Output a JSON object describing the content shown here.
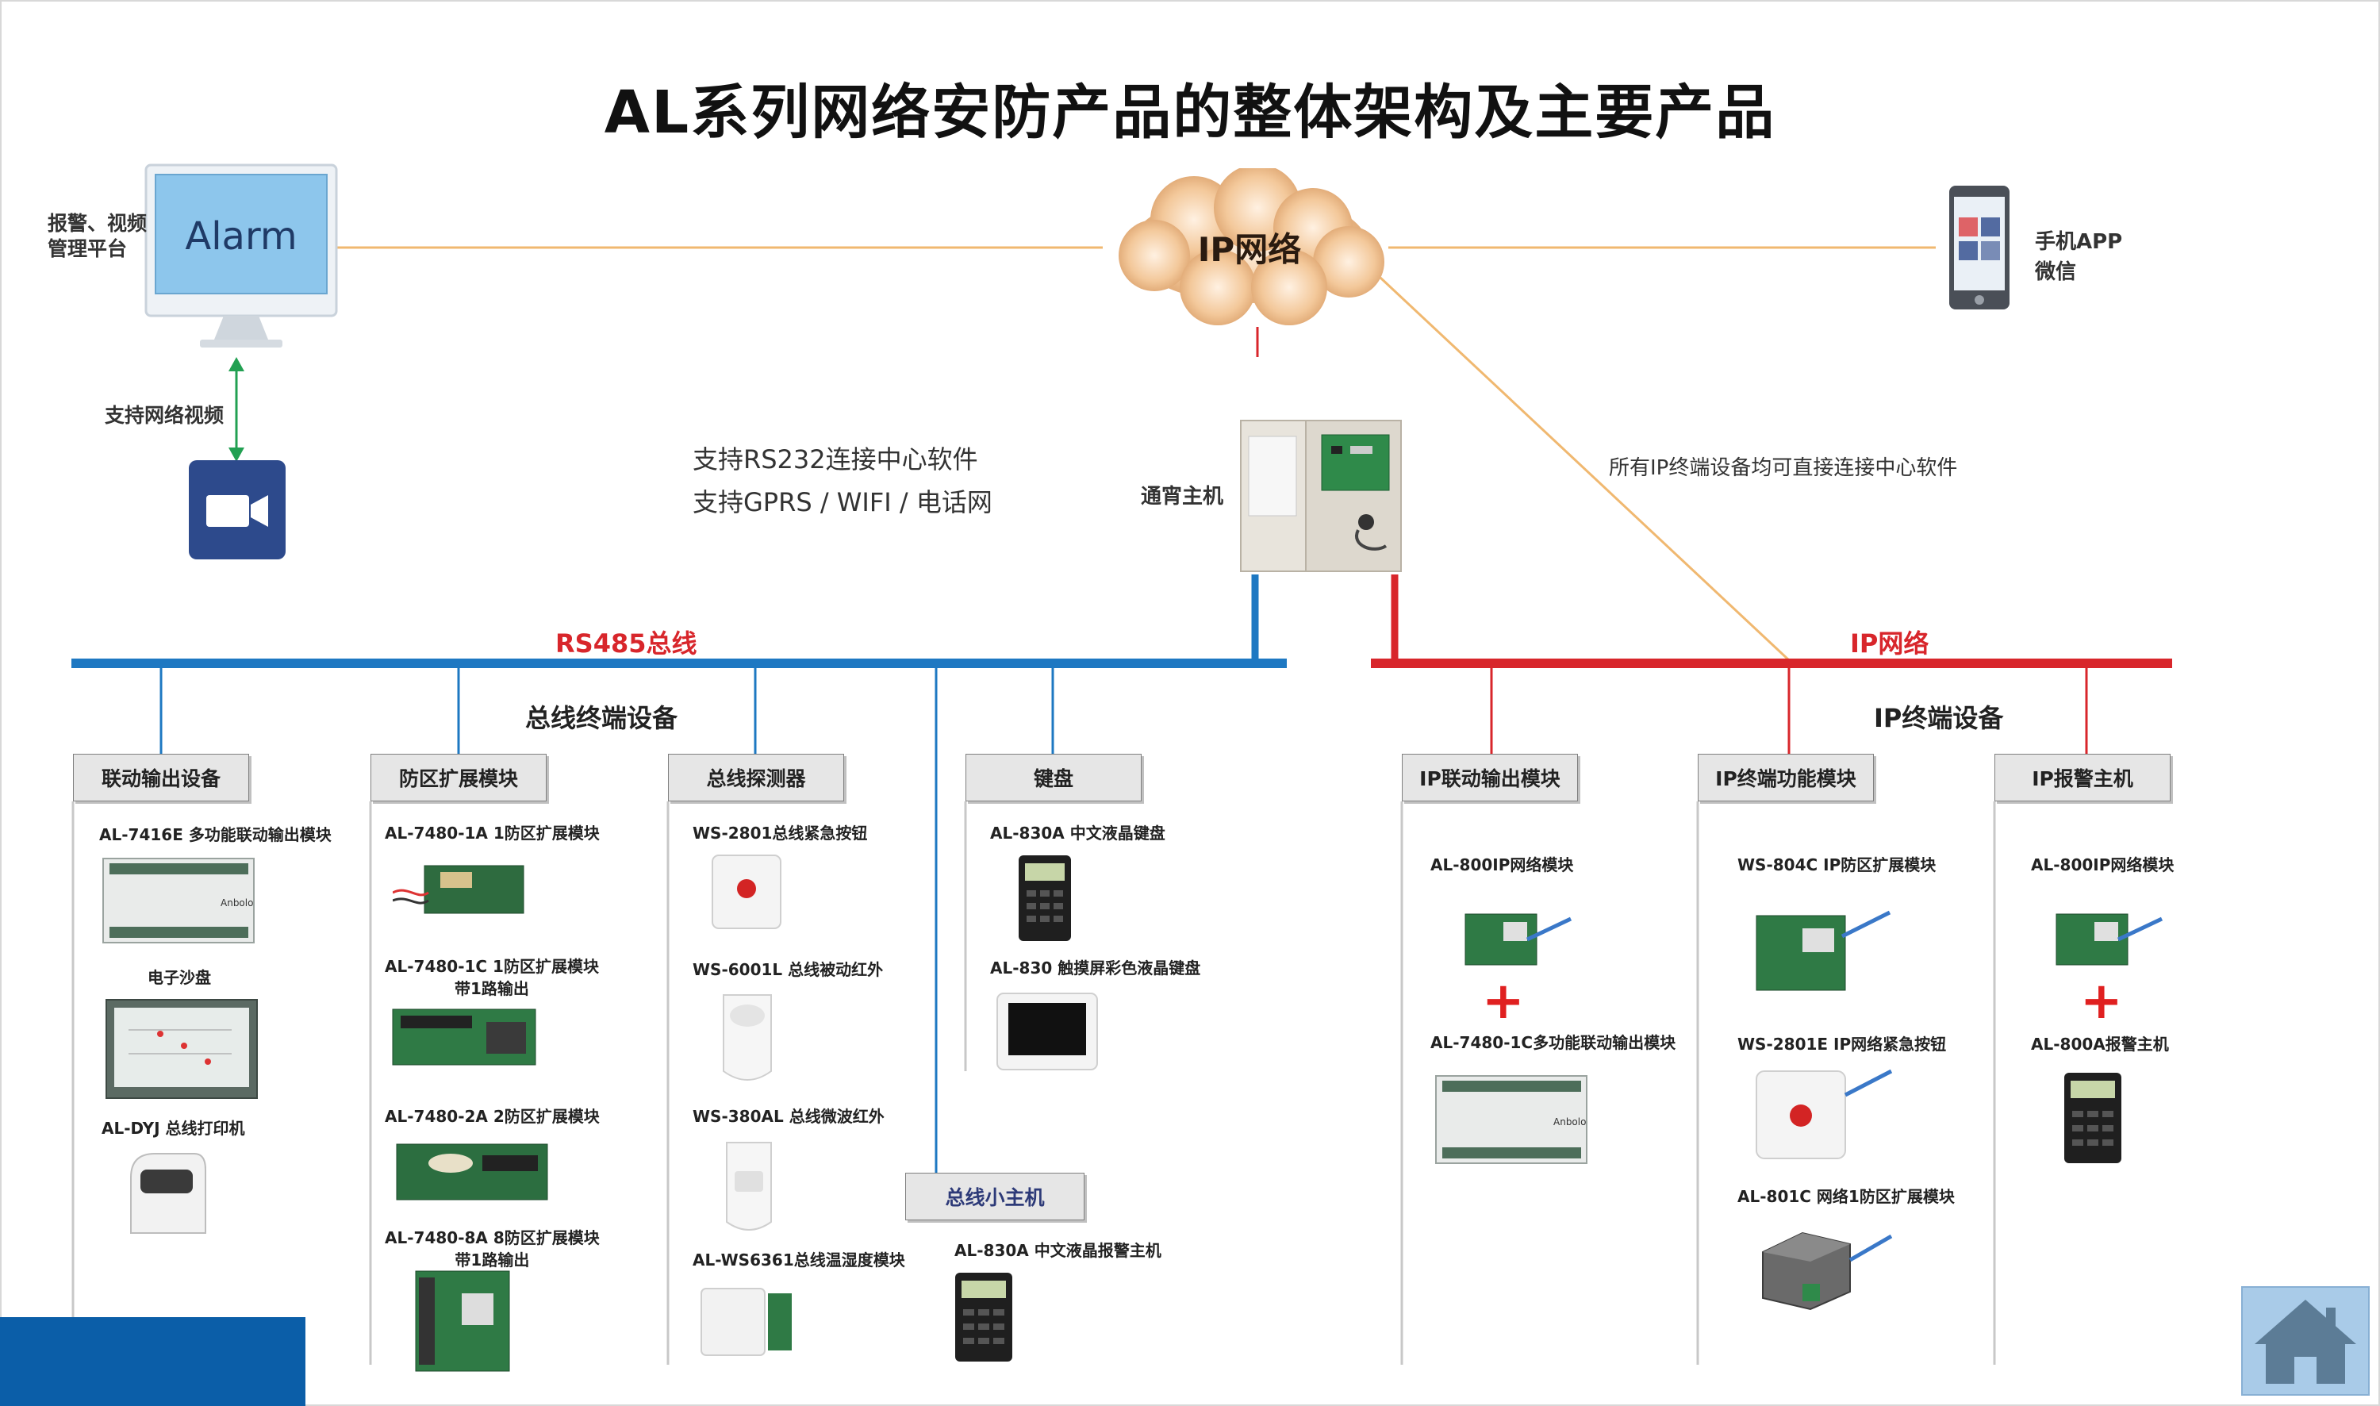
{
  "title": "AL系列网络安防产品的整体架构及主要产品",
  "top": {
    "platform_label": "报警、视频\n管理平台",
    "monitor_text": "Alarm",
    "cloud_text": "IP网络",
    "mobile_label": "手机APP\n微信",
    "video_label": "支持网络视频",
    "notes": [
      "支持RS232连接中心软件",
      "支持GPRS / WIFI / 电话网"
    ],
    "host_label": "通宵主机",
    "ip_direct_label": "所有IP终端设备均可直接连接中心软件"
  },
  "buses": {
    "rs485_label": "RS485总线",
    "ip_label": "IP网络",
    "bus_terminal_label": "总线终端设备",
    "ip_terminal_label": "IP终端设备"
  },
  "bus_columns": [
    {
      "title": "联动输出设备",
      "products": [
        "AL-7416E 多功能联动输出模块",
        "电子沙盘",
        "AL-DYJ 总线打印机"
      ]
    },
    {
      "title": "防区扩展模块",
      "products": [
        "AL-7480-1A 1防区扩展模块",
        "AL-7480-1C 1防区扩展模块\n带1路输出",
        "AL-7480-2A 2防区扩展模块",
        "AL-7480-8A 8防区扩展模块\n带1路输出"
      ]
    },
    {
      "title": "总线探测器",
      "products": [
        "WS-2801总线紧急按钮",
        "WS-6001L 总线被动红外",
        "WS-380AL 总线微波红外",
        "AL-WS6361总线温湿度模块"
      ]
    },
    {
      "title": "键盘",
      "products": [
        "AL-830A 中文液晶键盘",
        "AL-830 触摸屏彩色液晶键盘"
      ]
    }
  ],
  "mini_host": {
    "title": "总线小主机",
    "product": "AL-830A 中文液晶报警主机"
  },
  "ip_columns": [
    {
      "title": "IP联动输出模块",
      "products": [
        "AL-800IP网络模块",
        "AL-7480-1C多功能联动输出模块"
      ]
    },
    {
      "title": "IP终端功能模块",
      "products": [
        "WS-804C IP防区扩展模块",
        "WS-2801E IP网络紧急按钮",
        "AL-801C 网络1防区扩展模块"
      ]
    },
    {
      "title": "IP报警主机",
      "products": [
        "AL-800IP网络模块",
        "AL-800A报警主机"
      ]
    }
  ],
  "plus_sign": "+",
  "icons": [
    "monitor-icon",
    "cloud-icon",
    "smartphone-icon",
    "video-camera-icon",
    "control-panel-icon",
    "home-icon"
  ],
  "colors": {
    "rs485": "#1e78c2",
    "ip": "#d8262b",
    "backbone": "#f0b870",
    "dark_blue": "#0b5ea8",
    "camera": "#2d4a8c"
  }
}
